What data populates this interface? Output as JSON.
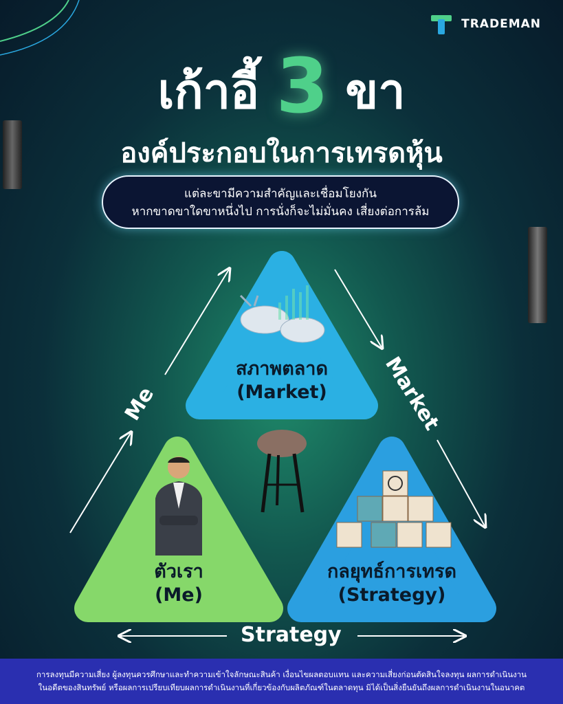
{
  "brand": {
    "name": "TRADEMAN",
    "colors": {
      "green": "#4fd08a",
      "blue": "#2aa8e0",
      "footer": "#2a2fb0"
    }
  },
  "title": {
    "part1": "เก้าอี้",
    "number": "3",
    "part2": "ขา",
    "subtitle": "องค์ประกอบในการเทรดหุ้น"
  },
  "intro": {
    "line1": "แต่ละขามีความสำคัญและเชื่อมโยงกัน",
    "line2": "หากขาดขาใดขาหนึ่งไป การนั่งก็จะไม่มั่นคง เสี่ยงต่อการล้ม"
  },
  "legs": {
    "market": {
      "title": "สภาพตลาด",
      "subtitle": "(Market)"
    },
    "me": {
      "title": "ตัวเรา",
      "subtitle": "(Me)"
    },
    "strategy": {
      "title": "กลยุทธ์การเทรด",
      "subtitle": "(Strategy)"
    }
  },
  "arrows": {
    "me": "Me",
    "market": "Market",
    "strategy": "Strategy"
  },
  "footer": {
    "line1": "การลงทุนมีความเสี่ยง ผู้ลงทุนควรศึกษาและทำความเข้าใจลักษณะสินค้า เงื่อนไขผลตอบแทน และความเสี่ยงก่อนตัดสินใจลงทุน ผลการดำเนินงาน",
    "line2": "ในอดีตของสินทรัพย์ หรือผลการเปรียบเทียบผลการดำเนินงานที่เกี่ยวข้องกับผลิตภัณฑ์ในตลาดทุน มิได้เป็นสิ่งยืนยันถึงผลการดำเนินงานในอนาคต"
  }
}
